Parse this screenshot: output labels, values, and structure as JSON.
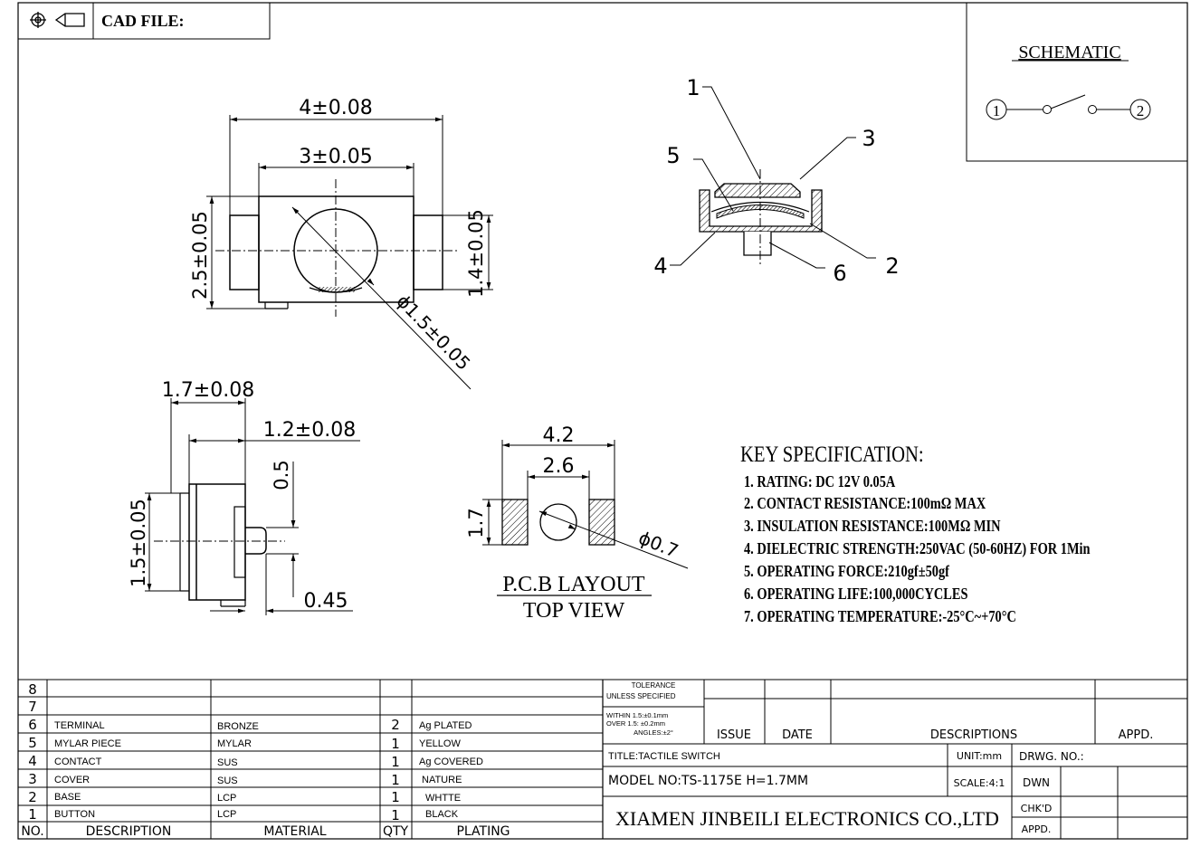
{
  "header": {
    "cad_label": "CAD FILE:",
    "projection_icon": "third-angle-projection-icon"
  },
  "schematic": {
    "title": "SCHEMATIC",
    "pin1": "1",
    "pin2": "2"
  },
  "top_view": {
    "dim_width": "4±0.08",
    "dim_inner": "3±0.05",
    "dim_height": "2.5±0.05",
    "dim_pad": "1.4±0.05",
    "dim_dia": "ϕ1.5±0.05"
  },
  "section_view": {
    "c1": "1",
    "c2": "2",
    "c3": "3",
    "c4": "4",
    "c5": "5",
    "c6": "6"
  },
  "side_view": {
    "dim_total": "1.7±0.08",
    "dim_body": "1.2±0.08",
    "dim_stroke": "0.5",
    "dim_height": "1.5±0.05",
    "dim_button": "0.45"
  },
  "pcb_layout": {
    "dim_outer": "4.2",
    "dim_inner": "2.6",
    "dim_pad": "1.7",
    "dim_hole": "ϕ0.7",
    "title": "P.C.B LAYOUT",
    "subtitle": "TOP VIEW"
  },
  "spec": {
    "title": "KEY SPECIFICATION:",
    "items": [
      "1. RATING: DC 12V 0.05A",
      "2. CONTACT RESISTANCE:100mΩ MAX",
      "3. INSULATION RESISTANCE:100MΩ MIN",
      "4. DIELECTRIC STRENGTH:250VAC (50-60HZ) FOR 1Min",
      "5. OPERATING FORCE:210gf±50gf",
      "6. OPERATING LIFE:100,000CYCLES",
      "7. OPERATING TEMPERATURE:-25°C~+70°C"
    ]
  },
  "bom": {
    "headers": [
      "NO.",
      "DESCRIPTION",
      "MATERIAL",
      "QTY",
      "PLATING"
    ],
    "rows": [
      [
        "8",
        "",
        "",
        "",
        ""
      ],
      [
        "7",
        "",
        "",
        "",
        ""
      ],
      [
        "6",
        "TERMINAL",
        "BRONZE",
        "2",
        "Ag PLATED"
      ],
      [
        "5",
        "MYLAR PIECE",
        "MYLAR",
        "1",
        "YELLOW"
      ],
      [
        "4",
        "CONTACT",
        "SUS",
        "1",
        "Ag COVERED"
      ],
      [
        "3",
        "COVER",
        "SUS",
        "1",
        "NATURE"
      ],
      [
        "2",
        "BASE",
        "LCP",
        "1",
        "WHTTE"
      ],
      [
        "1",
        "BUTTON",
        "LCP",
        "1",
        "BLACK"
      ]
    ]
  },
  "title_block": {
    "tolerance_1": "TOLERANCE",
    "tolerance_2": "UNLESS SPECIFIED",
    "tolerance_3": "WITHIN 1.5:±0.1mm",
    "tolerance_4": "OVER 1.5: ±0.2mm",
    "tolerance_5": "ANGLES:±2°",
    "issue": "ISSUE",
    "date": "DATE",
    "descriptions": "DESCRIPTIONS",
    "appd": "APPD.",
    "title": "TITLE:TACTILE SWITCH",
    "unit": "UNIT:mm",
    "drwg_no": "DRWG. NO.:",
    "model": "MODEL NO:TS-1175E H=1.7MM",
    "scale": "SCALE:4:1",
    "dwn": "DWN",
    "company": "XIAMEN JINBEILI ELECTRONICS CO.,LTD",
    "chkd": "CHK'D",
    "appd2": "APPD."
  }
}
